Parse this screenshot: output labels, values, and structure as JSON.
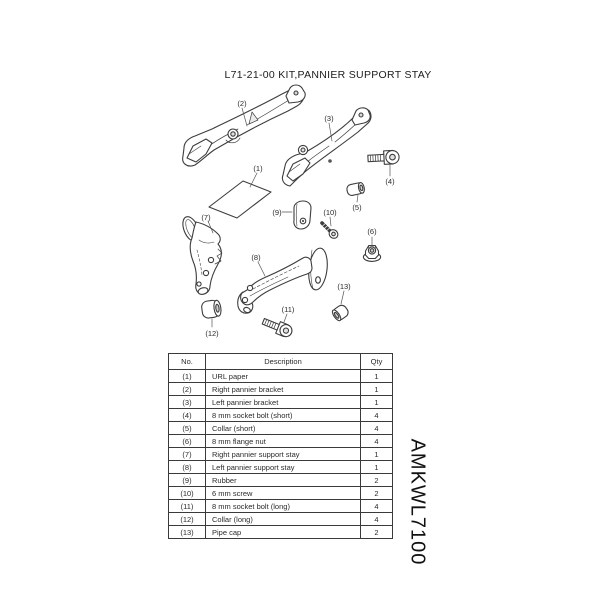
{
  "title": "L71-21-00 KIT,PANNIER SUPPORT STAY",
  "part_code": "AMKWL7100",
  "colors": {
    "line": "#3d3d3d",
    "text": "#2a2a2a",
    "border": "#3a3a3a",
    "background": "#ffffff"
  },
  "diagram": {
    "callouts": [
      {
        "num": "(1)"
      },
      {
        "num": "(2)"
      },
      {
        "num": "(3)"
      },
      {
        "num": "(4)"
      },
      {
        "num": "(5)"
      },
      {
        "num": "(6)"
      },
      {
        "num": "(7)"
      },
      {
        "num": "(8)"
      },
      {
        "num": "(9)"
      },
      {
        "num": "(10)"
      },
      {
        "num": "(11)"
      },
      {
        "num": "(12)"
      },
      {
        "num": "(13)"
      }
    ]
  },
  "table": {
    "headers": {
      "no": "No.",
      "description": "Description",
      "qty": "Qty"
    },
    "rows": [
      {
        "no": "(1)",
        "description": "URL paper",
        "qty": "1"
      },
      {
        "no": "(2)",
        "description": "Right pannier bracket",
        "qty": "1"
      },
      {
        "no": "(3)",
        "description": "Left pannier bracket",
        "qty": "1"
      },
      {
        "no": "(4)",
        "description": "8 mm socket bolt (short)",
        "qty": "4"
      },
      {
        "no": "(5)",
        "description": "Collar (short)",
        "qty": "4"
      },
      {
        "no": "(6)",
        "description": "8 mm flange nut",
        "qty": "4"
      },
      {
        "no": "(7)",
        "description": "Right pannier support stay",
        "qty": "1"
      },
      {
        "no": "(8)",
        "description": "Left pannier support stay",
        "qty": "1"
      },
      {
        "no": "(9)",
        "description": "Rubber",
        "qty": "2"
      },
      {
        "no": "(10)",
        "description": "6 mm screw",
        "qty": "2"
      },
      {
        "no": "(11)",
        "description": "8 mm socket bolt (long)",
        "qty": "4"
      },
      {
        "no": "(12)",
        "description": "Collar (long)",
        "qty": "4"
      },
      {
        "no": "(13)",
        "description": "Pipe cap",
        "qty": "2"
      }
    ]
  }
}
